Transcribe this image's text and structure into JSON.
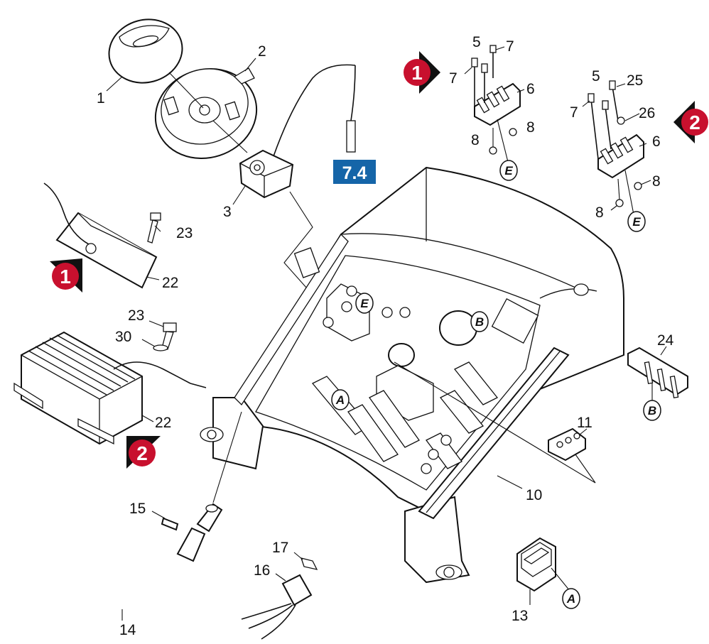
{
  "colors": {
    "badge_red": "#c8102e",
    "badge_arrow": "#111111",
    "ref_blue": "#1565a8",
    "line": "#111111"
  },
  "reference": {
    "label": "7.4"
  },
  "badges": [
    {
      "id": "badge-1-top",
      "number": "1"
    },
    {
      "id": "badge-2-right",
      "number": "2"
    },
    {
      "id": "badge-1-left",
      "number": "1"
    },
    {
      "id": "badge-2-left",
      "number": "2"
    }
  ],
  "part_labels": {
    "p1": "1",
    "p2": "2",
    "p3": "3",
    "p5a": "5",
    "p7a": "7",
    "p7b": "7",
    "p6a": "6",
    "p8a": "8",
    "p8b": "8",
    "p5b": "5",
    "p25": "25",
    "p7c": "7",
    "p26": "26",
    "p6b": "6",
    "p8c": "8",
    "p8d": "8",
    "p23a": "23",
    "p22a": "22",
    "p23b": "23",
    "p30": "30",
    "p22b": "22",
    "p24": "24",
    "p11": "11",
    "p10": "10",
    "p15": "15",
    "p14": "14",
    "p17": "17",
    "p16": "16",
    "p13": "13"
  },
  "connector_labels": {
    "e1": "E",
    "e2": "E",
    "e3": "E",
    "b1": "B",
    "b2": "B",
    "a1": "A",
    "a2": "A"
  },
  "icons": [
    "arrow-badge-icon",
    "circled-letter-icon"
  ]
}
